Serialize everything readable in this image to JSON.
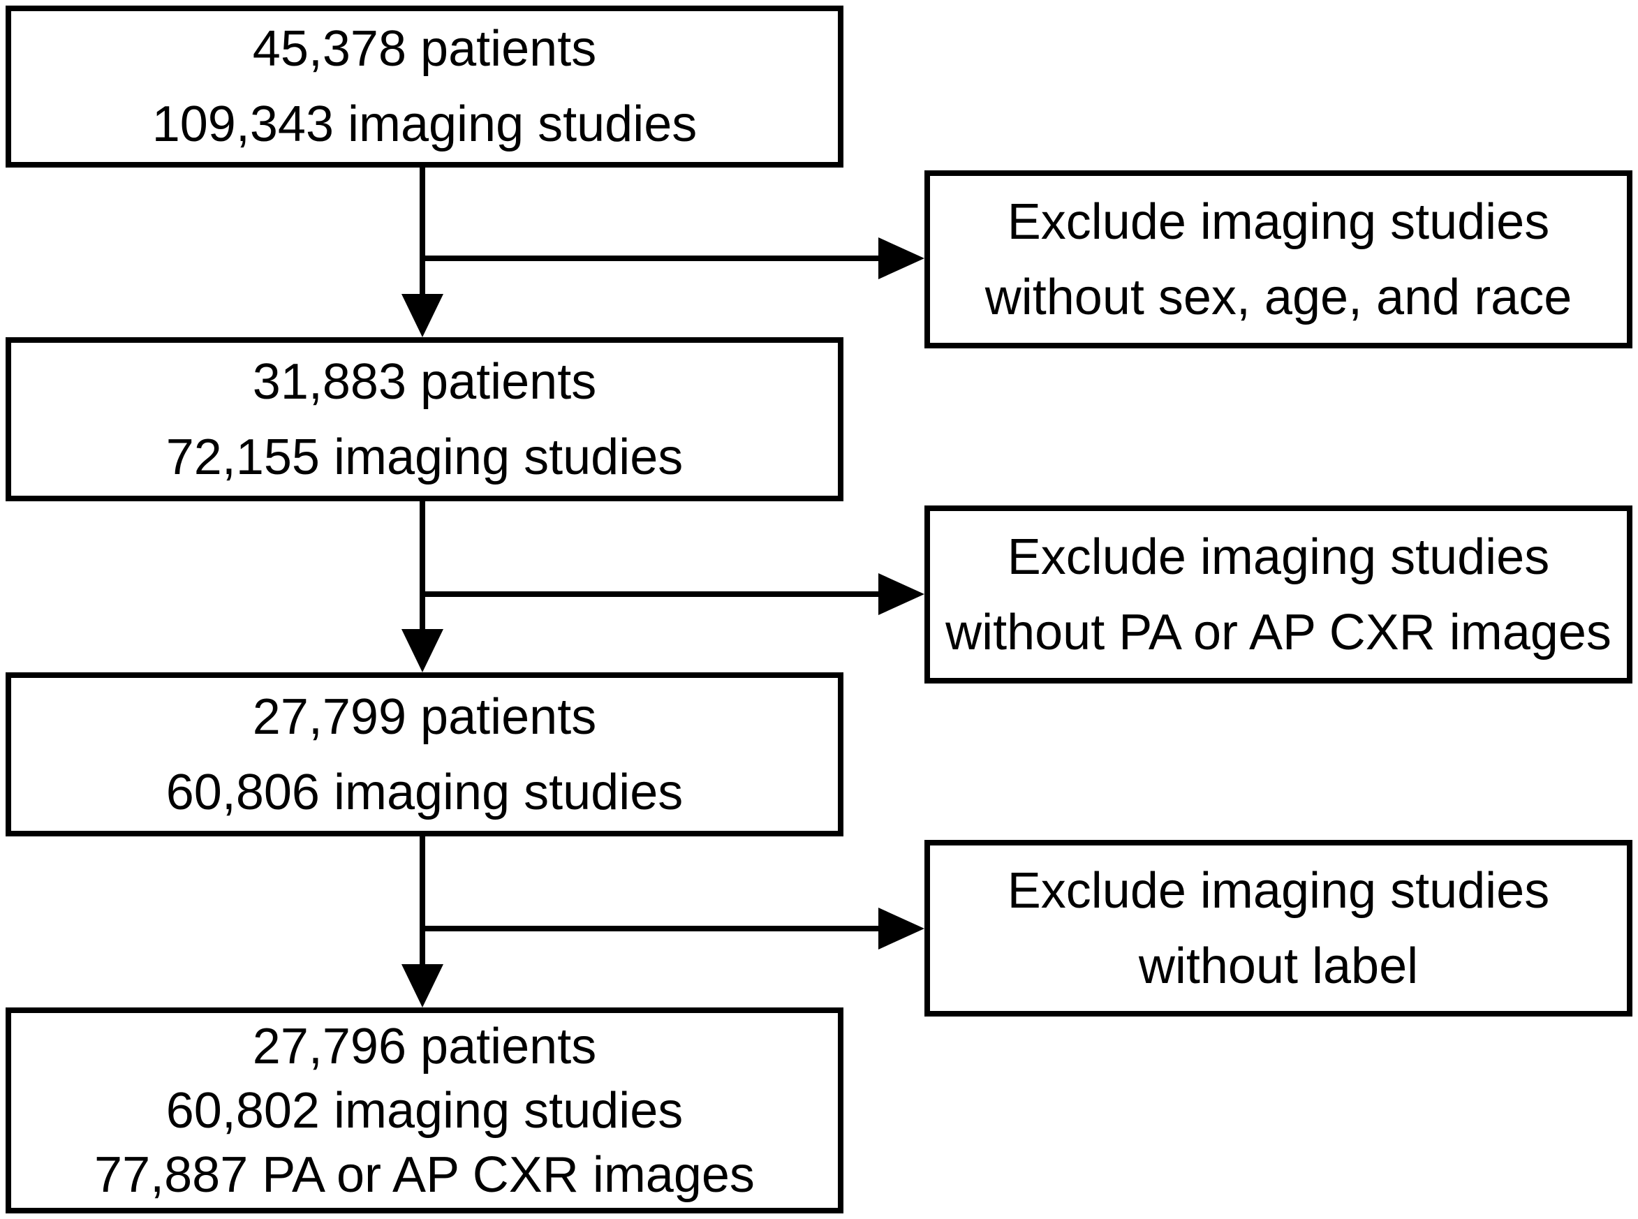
{
  "diagram": {
    "kind": "cohort-selection-flowchart",
    "steps": [
      {
        "lines": [
          "45,378 patients",
          "109,343 imaging studies"
        ]
      },
      {
        "lines": [
          "31,883 patients",
          "72,155 imaging studies"
        ]
      },
      {
        "lines": [
          "27,799 patients",
          "60,806 imaging studies"
        ]
      },
      {
        "lines": [
          "27,796 patients",
          "60,802 imaging studies",
          "77,887 PA or AP CXR images"
        ]
      }
    ],
    "exclusions": [
      {
        "lines": [
          "Exclude imaging studies",
          "without sex, age, and race"
        ]
      },
      {
        "lines": [
          "Exclude imaging studies",
          "without PA or AP CXR images"
        ]
      },
      {
        "lines": [
          "Exclude imaging studies",
          "without label"
        ]
      }
    ]
  },
  "colors": {
    "border": "#000000",
    "text": "#000000",
    "background": "#ffffff"
  }
}
